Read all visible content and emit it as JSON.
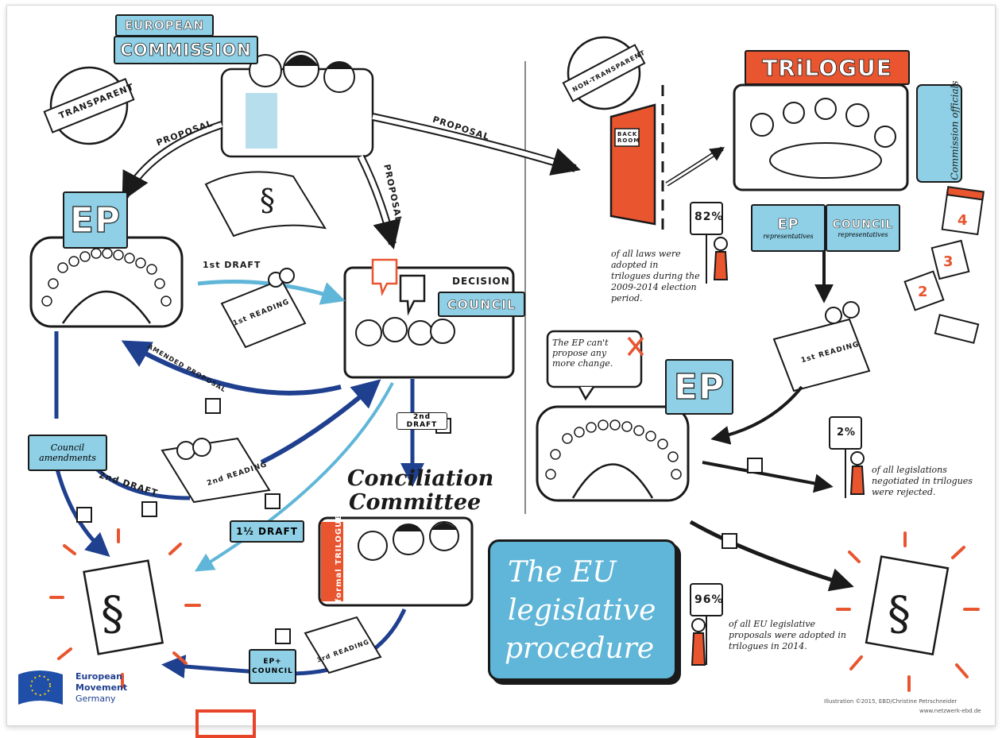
{
  "left_panel": {
    "commission_line1": "EUROPEAN",
    "commission_line2": "COMMISSION",
    "transparent_badge": "TRANSPARENT",
    "proposal_arrow_1": "PROPOSAL",
    "proposal_arrow_2": "PROPOSAL",
    "proposal_arrow_3": "PROPOSAL",
    "ep_label": "EP",
    "first_draft": "1st DRAFT",
    "first_reading": "1st READING",
    "decision_label": "DECISION",
    "council_label": "COUNCIL",
    "amended_proposal": "AMENDED PROPOSAL",
    "second_draft_right": "2nd DRAFT",
    "council_amendments": "Council amendments",
    "second_draft_left": "2nd DRAFT",
    "second_reading": "2nd READING",
    "conciliation_line1": "Conciliation",
    "conciliation_line2": "Committee",
    "formal_trilogue": "formal TRILOGUE",
    "one_half_draft": "1½ DRAFT",
    "ep_council": "EP+ COUNCIL",
    "third_reading": "3rd READING"
  },
  "right_panel": {
    "non_transparent_badge": "NON-TRANSPARENT",
    "back_room": "BACK ROOM",
    "trilogue_title": "TRiLOGUE",
    "commission_officials": "Commission officials",
    "ep_representatives_head": "EP",
    "ep_representatives_sub": "representatives",
    "council_representatives_head": "COUNCIL",
    "council_representatives_sub": "representatives",
    "stat_82": "82%",
    "stat_82_text": "of all laws were adopted in trilogues during the 2009-2014 election period.",
    "ep_cant": "The EP can't propose any more change.",
    "ep_label": "EP",
    "first_reading": "1st READING",
    "stat_2": "2%",
    "stat_2_text": "of all legislations negotiated in trilogues were rejected.",
    "stat_96": "96%",
    "stat_96_text": "of all EU legislative proposals were adopted in trilogues in 2014.",
    "calendar_4": "4",
    "calendar_3": "3",
    "calendar_2": "2"
  },
  "title_box": {
    "line1": "The EU",
    "line2": "legislative",
    "line3": "procedure"
  },
  "footer": {
    "org_line1": "European",
    "org_line2": "Movement",
    "org_line3": "Germany",
    "credit_line1": "Illustration ©2015, EBD/Christine Petrschneider",
    "credit_line2": "www.netzwerk-ebd.de"
  },
  "colors": {
    "accent_blue": "#5fb6d8",
    "light_blue": "#8fd0e6",
    "dark_blue": "#1f3f8f",
    "orange": "#e8552f",
    "ink": "#1a1a1a"
  }
}
